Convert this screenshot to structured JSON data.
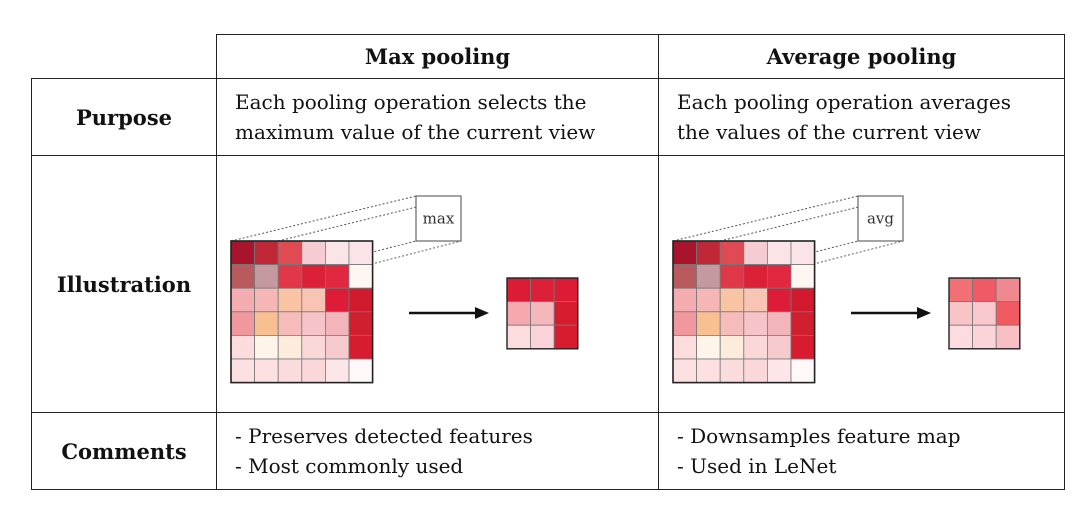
{
  "table": {
    "columns": [
      "Max pooling",
      "Average pooling"
    ],
    "rows": {
      "purpose": {
        "label": "Purpose",
        "max": [
          "Each pooling operation selects the",
          "maximum value of the current view"
        ],
        "avg": [
          "Each pooling operation averages",
          "the values of the current view"
        ]
      },
      "illustration": {
        "label": "Illustration"
      },
      "comments": {
        "label": "Comments",
        "max": [
          "- Preserves detected features",
          "- Most commonly used"
        ],
        "avg": [
          "- Downsamples feature map",
          "- Used in LeNet"
        ]
      }
    }
  },
  "illustrations": {
    "max": {
      "op_label": "max",
      "input_grid": [
        [
          "#a8142c",
          "#c02838",
          "#e04a52",
          "#f4ccd2",
          "#fbe4e8",
          "#fbe4e8"
        ],
        [
          "#b85a5e",
          "#c49aa0",
          "#e03848",
          "#dc2038",
          "#e02840",
          "#fdf6f2"
        ],
        [
          "#f5acb0",
          "#f7b6b6",
          "#f8c4a4",
          "#f8c4b4",
          "#dc1c38",
          "#d21a2e"
        ],
        [
          "#f0989e",
          "#f8c090",
          "#f6bcbc",
          "#f6c4c8",
          "#f4b4bc",
          "#d02030"
        ],
        [
          "#fcdcdc",
          "#fdf4ea",
          "#fdecdc",
          "#fad8d8",
          "#f7cace",
          "#d81c30"
        ],
        [
          "#fce0e2",
          "#fce0e2",
          "#fadcdc",
          "#fad8da",
          "#fce6e8",
          "#fff8f8"
        ]
      ],
      "output_grid": [
        [
          "#dc1c34",
          "#dc2038",
          "#dc1c34"
        ],
        [
          "#f5a8b0",
          "#f4b8bc",
          "#d81c30"
        ],
        [
          "#fcdcdc",
          "#fad4d8",
          "#d81c30"
        ]
      ]
    },
    "avg": {
      "op_label": "avg",
      "input_grid": [
        [
          "#a8142c",
          "#c02838",
          "#e04a52",
          "#f4ccd2",
          "#fbe4e8",
          "#fbe4e8"
        ],
        [
          "#b85a5e",
          "#c49aa0",
          "#e03848",
          "#dc2038",
          "#e02840",
          "#fdf6f2"
        ],
        [
          "#f5acb0",
          "#f7b6b6",
          "#f8c4a4",
          "#f8c4b4",
          "#dc1c38",
          "#d21a2e"
        ],
        [
          "#f0989e",
          "#f8c090",
          "#f6bcbc",
          "#f6c4c8",
          "#f4b4bc",
          "#d02030"
        ],
        [
          "#fcdcdc",
          "#fdf4ea",
          "#fdecdc",
          "#fad8d8",
          "#f7cace",
          "#d81c30"
        ],
        [
          "#fce0e2",
          "#fce0e2",
          "#fadcdc",
          "#fad8da",
          "#fce6e8",
          "#fff8f8"
        ]
      ],
      "output_grid": [
        [
          "#f07076",
          "#f05a64",
          "#f08890"
        ],
        [
          "#f8c4c8",
          "#f8c8cc",
          "#f05a60"
        ],
        [
          "#fcdce0",
          "#fad4d8",
          "#f8c0c4"
        ]
      ]
    }
  }
}
